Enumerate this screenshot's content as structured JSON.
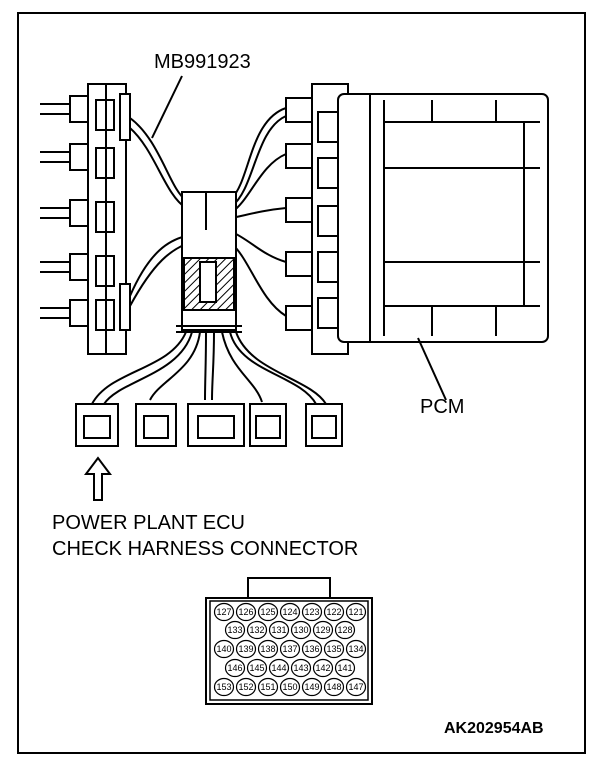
{
  "labels": {
    "tool": "MB991923",
    "pcm": "PCM",
    "caption_line1": "POWER PLANT ECU",
    "caption_line2": "CHECK HARNESS CONNECTOR",
    "figure_id": "AK202954AB"
  },
  "connector_pins": [
    [
      "127",
      "126",
      "125",
      "124",
      "123",
      "122",
      "121"
    ],
    [
      "133",
      "132",
      "131",
      "130",
      "129",
      "128"
    ],
    [
      "140",
      "139",
      "138",
      "137",
      "136",
      "135",
      "134"
    ],
    [
      "146",
      "145",
      "144",
      "143",
      "142",
      "141"
    ],
    [
      "153",
      "152",
      "151",
      "150",
      "149",
      "148",
      "147"
    ]
  ]
}
